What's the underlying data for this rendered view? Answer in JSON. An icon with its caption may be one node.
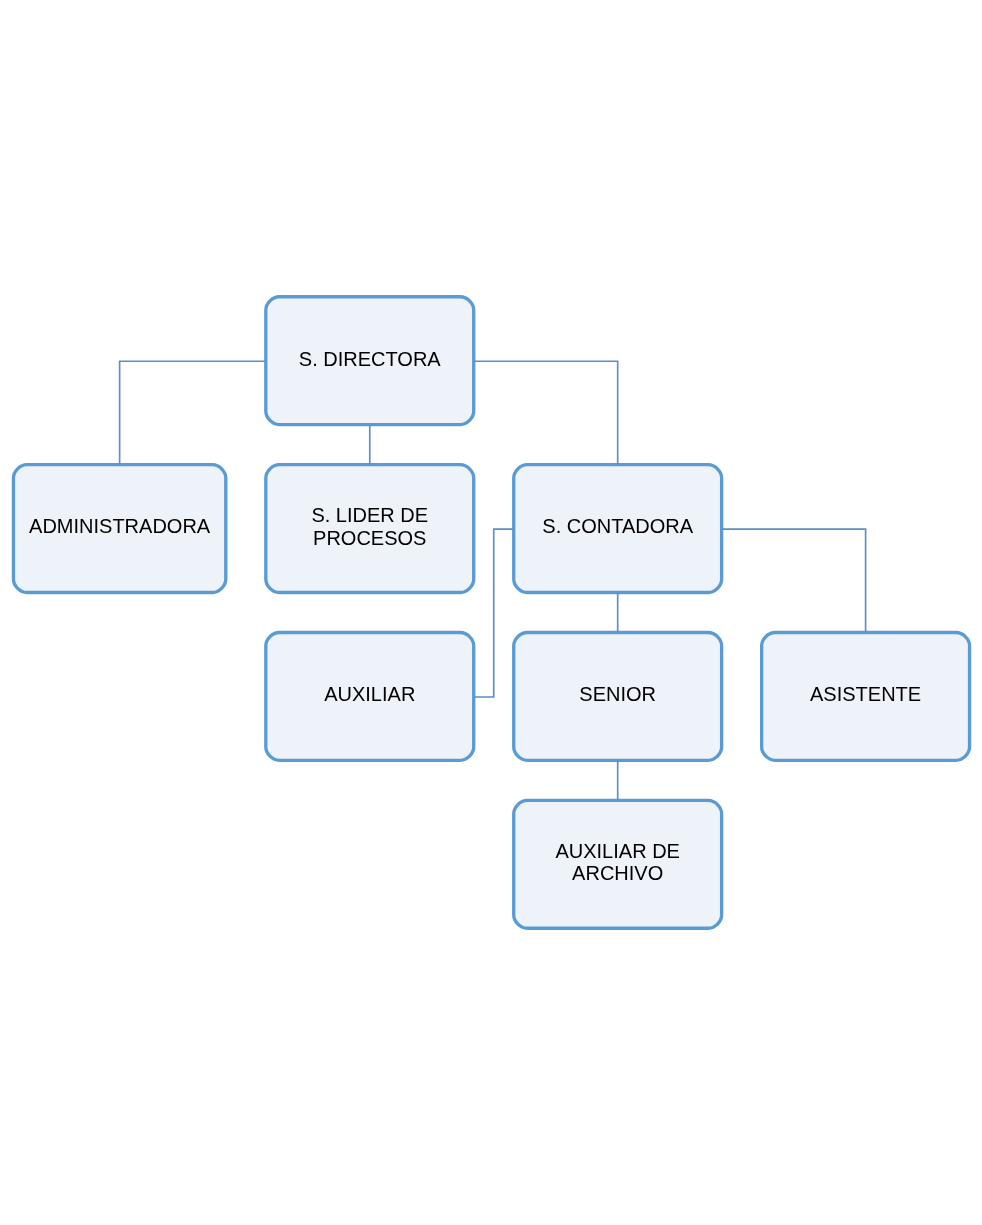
{
  "diagram": {
    "nodes": [
      {
        "text": [
          "S. DIRECTORA"
        ]
      },
      {
        "text": [
          "ADMINISTRADORA"
        ]
      },
      {
        "text": [
          "S. LIDER DE PROCESOS"
        ]
      },
      {
        "text": [
          "S. CONTADORA"
        ]
      },
      {
        "text": [
          "AUXILIAR"
        ]
      },
      {
        "text": [
          "SENIOR"
        ]
      },
      {
        "text": [
          "ASISTENTE"
        ]
      },
      {
        "text": [
          "AUXILIAR DE ARCHIVO"
        ]
      }
    ],
    "edges": [
      {
        "from": 0,
        "to": 1,
        "arrow": "none"
      },
      {
        "from": 0,
        "to": 2,
        "arrow": "none"
      },
      {
        "from": 0,
        "to": 3,
        "arrow": "none"
      },
      {
        "from": 3,
        "to": 4,
        "arrow": "none"
      },
      {
        "from": 3,
        "to": 5,
        "arrow": "none"
      },
      {
        "from": 3,
        "to": 6,
        "arrow": "none"
      },
      {
        "from": 5,
        "to": 7,
        "arrow": "none"
      }
    ]
  }
}
